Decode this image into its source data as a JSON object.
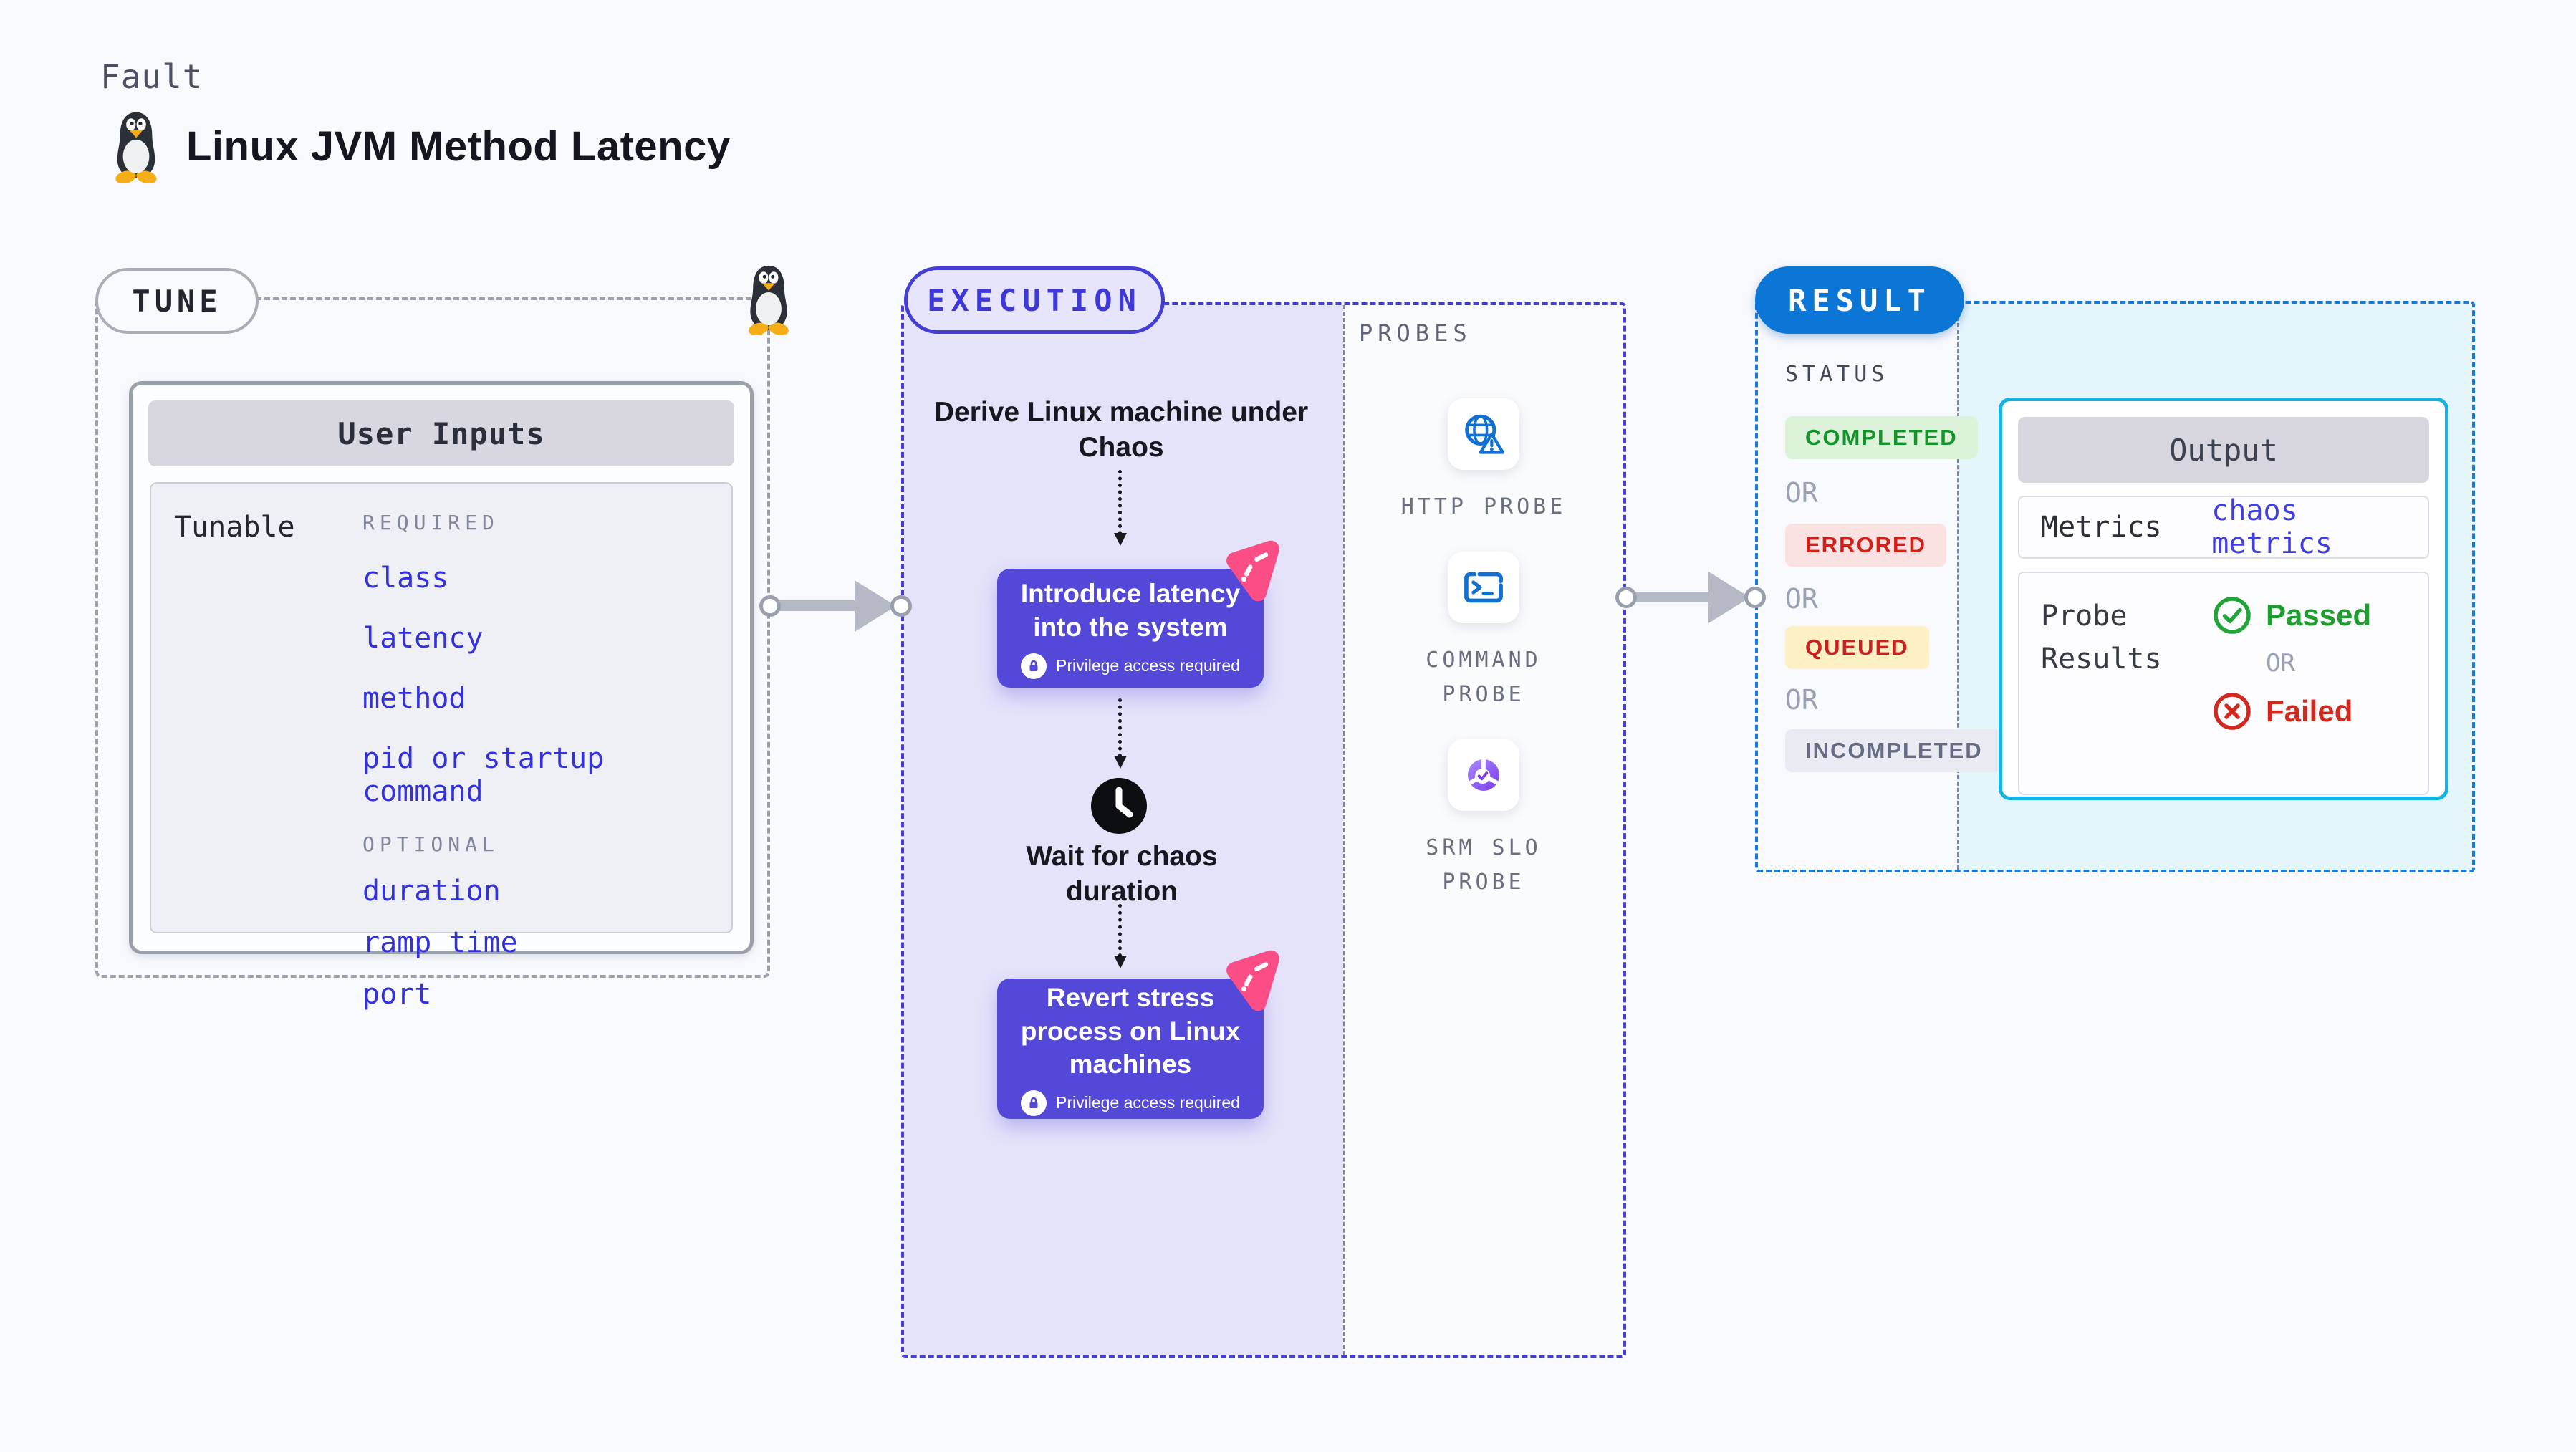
{
  "header": {
    "kicker": "Fault",
    "title": "Linux JVM Method Latency"
  },
  "tune": {
    "badge": "TUNE",
    "card_title": "User Inputs",
    "row_label": "Tunable",
    "required_label": "REQUIRED",
    "required_items": [
      "class",
      "latency",
      "method",
      "pid or startup command"
    ],
    "optional_label": "OPTIONAL",
    "optional_items": [
      "duration",
      "ramp time",
      "port"
    ]
  },
  "execution": {
    "badge": "EXECUTION",
    "derive_step": "Derive Linux machine under Chaos",
    "introduce_step": "Introduce latency into the system",
    "wait_step": "Wait for chaos duration",
    "revert_step": "Revert stress process on Linux machines",
    "privilege_note": "Privilege access required",
    "probes_label": "PROBES",
    "probes": [
      {
        "label": "HTTP PROBE",
        "icon": "http-probe-icon"
      },
      {
        "label": "COMMAND PROBE",
        "icon": "command-probe-icon"
      },
      {
        "label": "SRM SLO PROBE",
        "icon": "srm-slo-probe-icon"
      }
    ]
  },
  "result": {
    "badge": "RESULT",
    "status_label": "STATUS",
    "or_label": "OR",
    "statuses": [
      {
        "label": "COMPLETED",
        "variant": "success"
      },
      {
        "label": "ERRORED",
        "variant": "error"
      },
      {
        "label": "QUEUED",
        "variant": "warning"
      },
      {
        "label": "INCOMPLETED",
        "variant": "neutral"
      }
    ],
    "output": {
      "title": "Output",
      "metrics_label": "Metrics",
      "metrics_value": "chaos metrics",
      "probe_results_label": "Probe Results",
      "passed_label": "Passed",
      "or_label": "OR",
      "failed_label": "Failed"
    }
  },
  "icons": {
    "tux": "linux-penguin",
    "chaos": "pink-chaos-triangle",
    "lock": "padlock",
    "clock": "clock",
    "http_probe": "globe-with-alert",
    "command_probe": "terminal-prompt",
    "srm_slo_probe": "segmented-gauge-with-check",
    "passed": "check-circle",
    "failed": "x-circle"
  },
  "colors": {
    "page_bg": "#f8f9fc",
    "accent_indigo": "#5348d8",
    "execution_border": "#453ed6",
    "execution_bg": "#e5e3fa",
    "result_border": "#1779d8",
    "result_pill": "#0b76d6",
    "output_border": "#16b2e1",
    "output_bg": "#e4f5fc",
    "param_link_blue": "#3331dd",
    "chaos_pink": "#fb4d86",
    "success_green": "#1e9e2f",
    "error_red": "#d02a20",
    "queued_bg": "#fdf0c4",
    "probe_icon_blue": "#1270d4"
  }
}
